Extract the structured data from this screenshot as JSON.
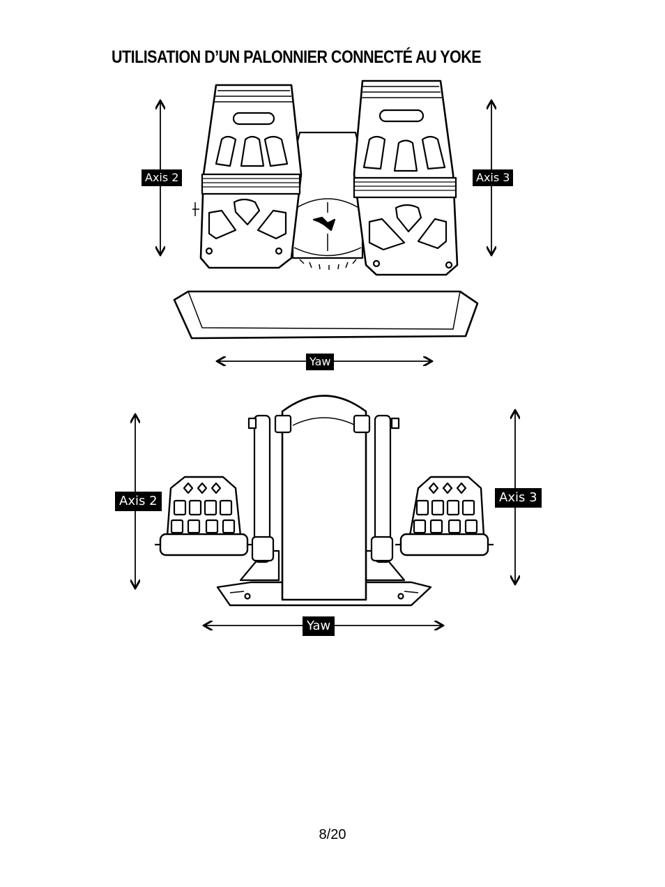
{
  "page": {
    "title": "UTILISATION D’UN PALONNIER CONNECTÉ AU YOKE",
    "page_number": "8/20"
  },
  "figure_top": {
    "axis_left": "Axis 2",
    "axis_right": "Axis 3",
    "yaw": "Yaw"
  },
  "figure_bottom": {
    "axis_left": "Axis 2",
    "axis_right": "Axis 3",
    "yaw": "Yaw"
  }
}
